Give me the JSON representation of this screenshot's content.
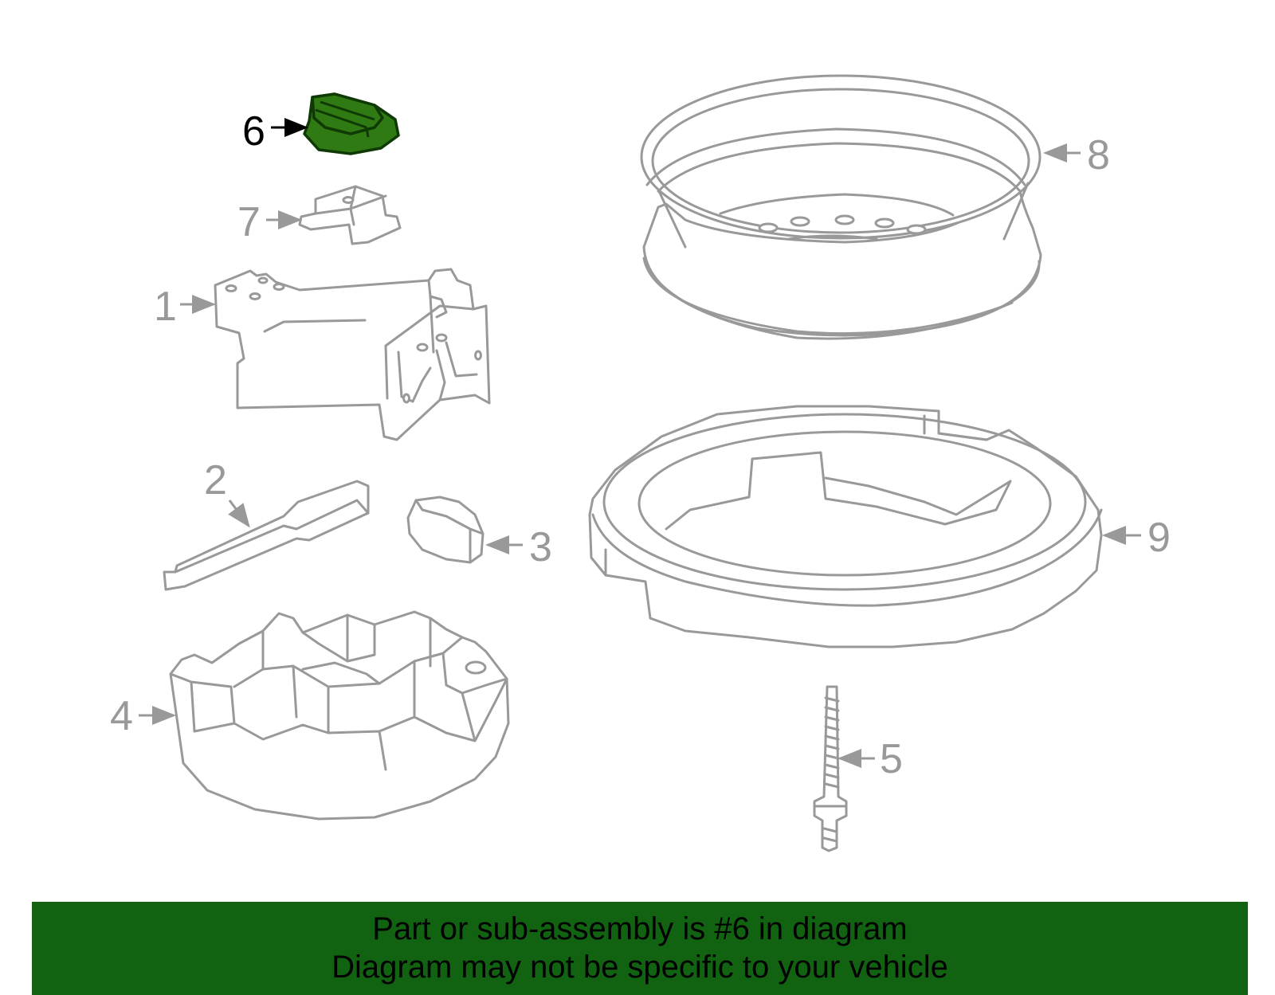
{
  "diagram": {
    "selected_part": "6",
    "callouts": [
      "1",
      "2",
      "3",
      "4",
      "5",
      "6",
      "7",
      "8",
      "9"
    ],
    "highlight_color": "#2f7a12",
    "line_color": "#999999"
  },
  "banner": {
    "line1": "Part or sub-assembly is #6 in diagram",
    "line2": "Diagram may not be specific to your vehicle",
    "background": "#116311"
  }
}
